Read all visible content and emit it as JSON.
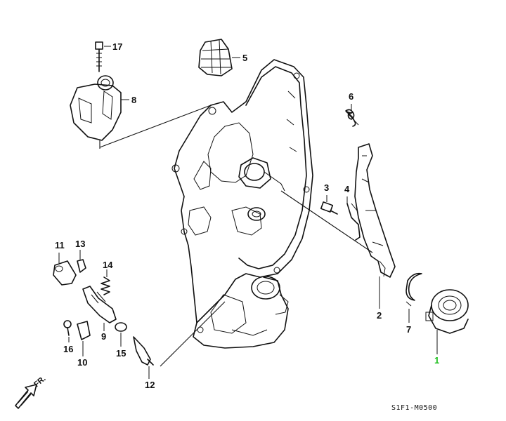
{
  "diagram": {
    "code": "S1F1-M0500",
    "direction_label": "FR.",
    "highlight_color": "#1fbf1f",
    "callouts": [
      {
        "id": "c1",
        "label": "1",
        "highlight": true
      },
      {
        "id": "c2",
        "label": "2"
      },
      {
        "id": "c3",
        "label": "3"
      },
      {
        "id": "c4",
        "label": "4"
      },
      {
        "id": "c5",
        "label": "5"
      },
      {
        "id": "c6",
        "label": "6"
      },
      {
        "id": "c7",
        "label": "7"
      },
      {
        "id": "c8",
        "label": "8"
      },
      {
        "id": "c9",
        "label": "9"
      },
      {
        "id": "c10",
        "label": "10"
      },
      {
        "id": "c11",
        "label": "11"
      },
      {
        "id": "c12",
        "label": "12"
      },
      {
        "id": "c13",
        "label": "13"
      },
      {
        "id": "c14",
        "label": "14"
      },
      {
        "id": "c15",
        "label": "15"
      },
      {
        "id": "c16",
        "label": "16"
      },
      {
        "id": "c17",
        "label": "17"
      }
    ]
  }
}
